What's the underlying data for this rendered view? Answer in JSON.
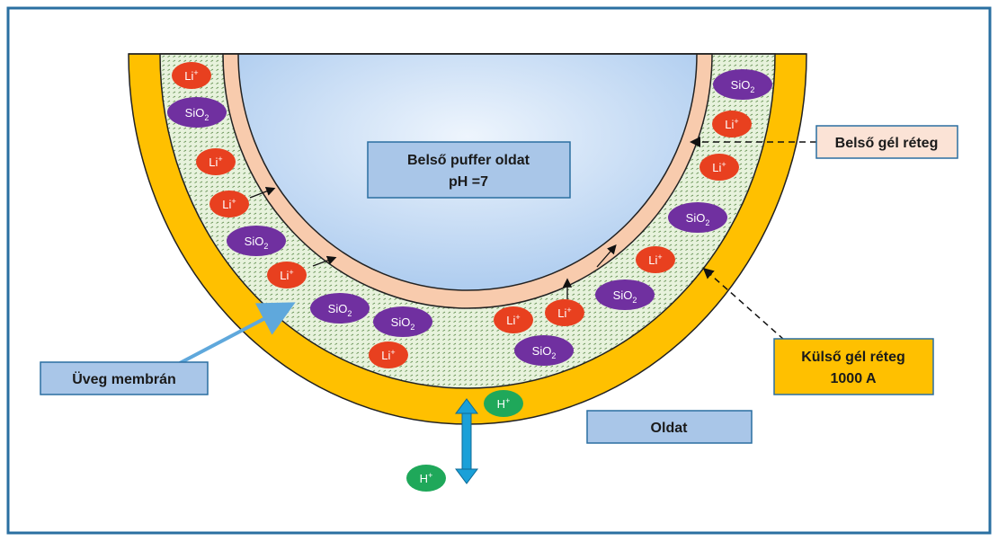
{
  "labels": {
    "inner_solution_line1": "Belső puffer oldat",
    "inner_solution_line2": "pH =7",
    "inner_gel_layer": "Belső gél réteg",
    "glass_membrane": "Üveg membrán",
    "outer_gel_layer_line1": "Külső gél réteg",
    "outer_gel_layer_line2": "1000 A",
    "solution": "Oldat"
  },
  "particles": {
    "li": "Li",
    "li_charge": "+",
    "sio2": "SiO",
    "sio2_sub": "2",
    "h": "H",
    "h_charge": "+"
  },
  "colors": {
    "border": "#2a6fa1",
    "outer_gel": "#ffc000",
    "membrane_fill": "#e3f0d8",
    "inner_gel": "#f8cbad",
    "inner_solution_center": "#eaf2fc",
    "inner_solution_edge": "#a9c9ee",
    "li_ion": "#e8401f",
    "sio2": "#7030a0",
    "h_ion": "#1fa85a",
    "blue_label": "#a9c6e8",
    "gel_label": "#fbe3d6",
    "outer_label": "#ffc000",
    "arrow_blue": "#5fa8dc"
  }
}
